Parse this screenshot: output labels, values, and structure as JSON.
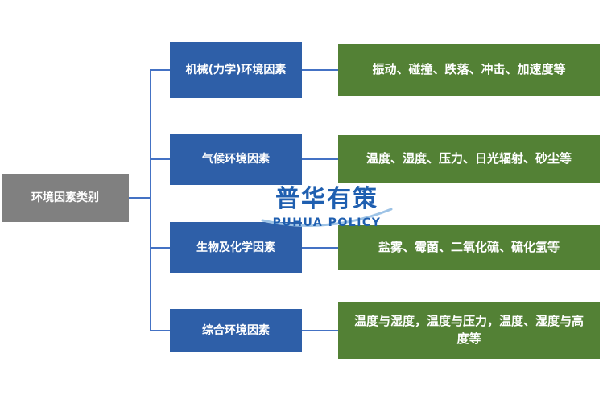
{
  "root": {
    "label": "环境因素类别"
  },
  "rows": [
    {
      "category": "机械(力学)环境因素",
      "detail": "振动、碰撞、跌落、冲击、加速度等"
    },
    {
      "category": "气候环境因素",
      "detail": "温度、湿度、压力、日光辐射、砂尘等"
    },
    {
      "category": "生物及化学因素",
      "detail": "盐雾、霉菌、二氧化硫、硫化氢等"
    },
    {
      "category": "综合环境因素",
      "detail": "温度与湿度，温度与压力，温度、湿度与高度等"
    }
  ],
  "watermark": {
    "cn": "普华有策",
    "en": "PUHUA POLICY"
  },
  "colors": {
    "gray": "#808080",
    "blue": "#2e5fa8",
    "green": "#538135",
    "line": "#4472c4",
    "watermark": "#1f5fb0",
    "swoosh": "#9dc3e6"
  }
}
